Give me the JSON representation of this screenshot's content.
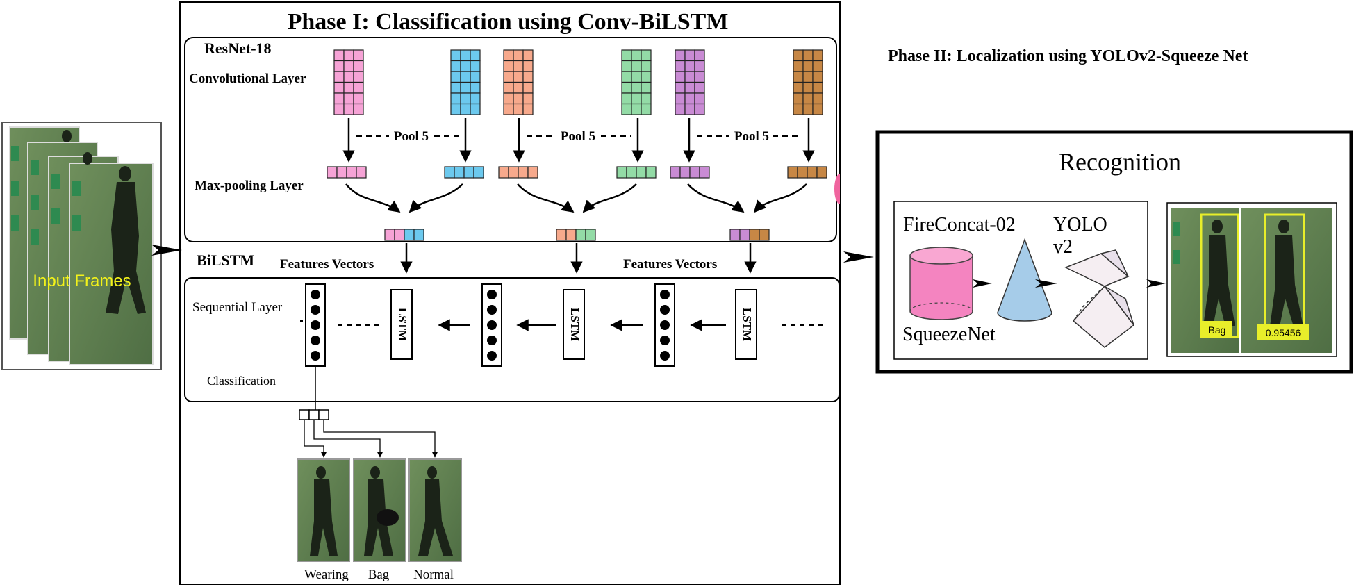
{
  "phase1": {
    "title": "Phase I: Classification using Conv-BiLSTM",
    "resnet_label": "ResNet-18",
    "conv_layer_label": "Convolutional Layer",
    "maxpool_layer_label": "Max-pooling Layer",
    "pool_labels": [
      "Pool 5",
      "Pool 5",
      "Pool 5"
    ],
    "bilstm_label": "BiLSTM",
    "features_labels": [
      "Features Vectors",
      "Features Vectors"
    ],
    "sequential_label": "Sequential Layer",
    "classification_label": "Classification",
    "lstm_labels": [
      "LSTM",
      "LSTM",
      "LSTM"
    ],
    "output_classes": [
      "Wearing",
      "Bag",
      "Normal"
    ],
    "conv_colors": [
      "#f6a3d6",
      "#6cc9ee",
      "#f7a98c",
      "#93dba6",
      "#c98bd4",
      "#c78745"
    ]
  },
  "input": {
    "label": "Input Frames"
  },
  "phase2": {
    "title": "Phase II: Localization using YOLOv2-Squeeze Net",
    "recognition_label": "Recognition",
    "fireconcat_label": "FireConcat-02",
    "yolo_label_line1": "YOLO",
    "yolo_label_line2": "v2",
    "squeezenet_label": "SqueezeNet",
    "detections": [
      {
        "label": "Bag"
      },
      {
        "label": "0.95456"
      }
    ]
  }
}
